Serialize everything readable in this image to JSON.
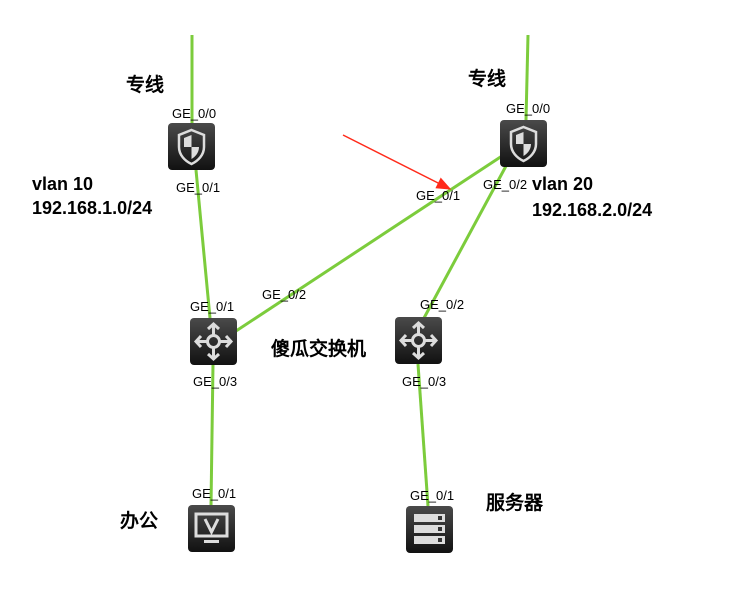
{
  "colors": {
    "link": "#7ccc3c",
    "arrow": "#ff2a1a",
    "device": "#222222"
  },
  "nodes": {
    "fw_left": {
      "label": "专线",
      "icon": "firewall-icon",
      "port_top": "GE_0/0",
      "port_bottom": "GE_0/1"
    },
    "fw_right": {
      "label": "专线",
      "icon": "firewall-icon",
      "port_top": "GE_0/0",
      "port_left": "GE_0/1",
      "port_bottom": "GE_0/2"
    },
    "sw_left": {
      "icon": "switch-icon",
      "port_top": "GE_0/1",
      "port_right": "GE_0/2",
      "port_bottom": "GE_0/3"
    },
    "sw_right": {
      "icon": "switch-icon",
      "port_top": "GE_0/2",
      "port_bottom": "GE_0/3"
    },
    "switch_label": "傻瓜交换机",
    "pc": {
      "label": "办公",
      "icon": "pc-icon",
      "port": "GE_0/1"
    },
    "server": {
      "label": "服务器",
      "icon": "server-icon",
      "port": "GE_0/1"
    }
  },
  "vlans": [
    {
      "name": "vlan 10",
      "subnet": "192.168.1.0/24"
    },
    {
      "name": "vlan 20",
      "subnet": "192.168.2.0/24"
    }
  ]
}
